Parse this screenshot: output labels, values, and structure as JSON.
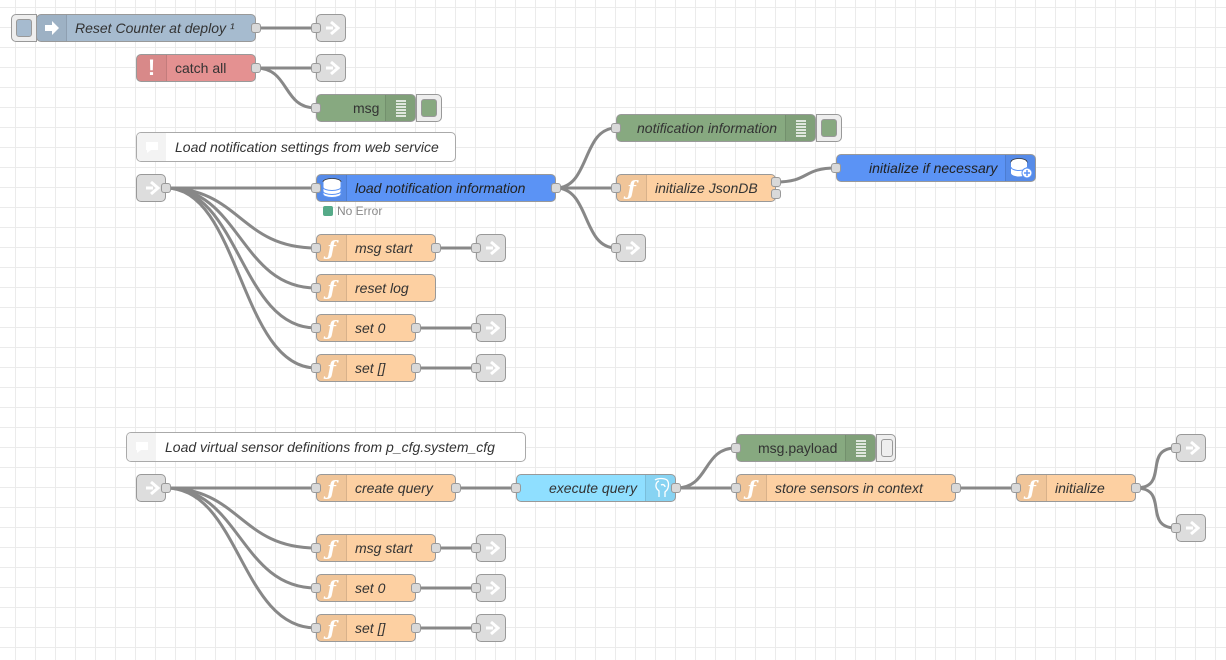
{
  "colors": {
    "inject": "#a6bbcf",
    "catch": "#e49191",
    "debug": "#87a980",
    "function": "#fdd0a2",
    "http_request": "#5b93f5",
    "postgres": "#8fdfff",
    "link": "#dddddd",
    "comment": "#ffffff",
    "wire": "#888888",
    "status_ok": "#5a8"
  },
  "flow_top": {
    "inject_node": {
      "label": "Reset Counter at deploy ¹"
    },
    "catch_node": {
      "label": "catch all"
    },
    "debug_msg": {
      "label": "msg"
    }
  },
  "flow_notification": {
    "comment": "Load notification settings from web service",
    "http_node": {
      "label": "load notification information",
      "status": "No Error"
    },
    "debug_node": {
      "label": "notification information"
    },
    "init_fn": {
      "label": "initialize JsonDB"
    },
    "init_db": {
      "label": "initialize if necessary"
    },
    "functions": [
      {
        "label": "msg start"
      },
      {
        "label": "reset log"
      },
      {
        "label": "set 0"
      },
      {
        "label": "set []"
      }
    ]
  },
  "flow_sensor": {
    "comment": "Load virtual sensor definitions from p_cfg.system_cfg",
    "create_query": {
      "label": "create query"
    },
    "execute_query": {
      "label": "execute query"
    },
    "debug_payload": {
      "label": "msg.payload"
    },
    "store_sensors": {
      "label": "store sensors in context"
    },
    "initialize": {
      "label": "initialize"
    },
    "functions": [
      {
        "label": "msg start"
      },
      {
        "label": "set 0"
      },
      {
        "label": "set []"
      }
    ]
  }
}
